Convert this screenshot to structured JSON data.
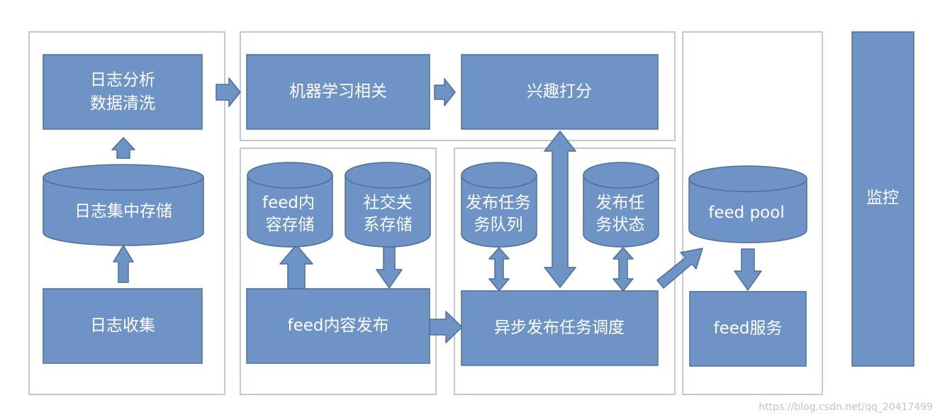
{
  "colors": {
    "fill": "#6e93c5",
    "stroke": "#4d6f98",
    "frame": "#c3c9d4",
    "text": "#ffffff"
  },
  "nodes": {
    "log_analysis": [
      "日志分析",
      "数据清洗"
    ],
    "log_storage": [
      "日志集中存储"
    ],
    "log_collect": [
      "日志收集"
    ],
    "ml_related": [
      "机器学习相关"
    ],
    "interest_score": [
      "兴趣打分"
    ],
    "feed_content_storage": [
      "feed内",
      "容存储"
    ],
    "social_storage": [
      "社交关",
      "系存储"
    ],
    "feed_publish": [
      "feed内容发布"
    ],
    "task_queue": [
      "发布任务",
      "务队列"
    ],
    "task_status": [
      "发布任",
      "务状态"
    ],
    "async_dispatch": [
      "异步发布任务调度"
    ],
    "feed_pool": [
      "feed pool"
    ],
    "feed_service": [
      "feed服务"
    ],
    "monitor": [
      "监控"
    ]
  },
  "watermark": "https://blog.csdn.net/qq_20417499"
}
